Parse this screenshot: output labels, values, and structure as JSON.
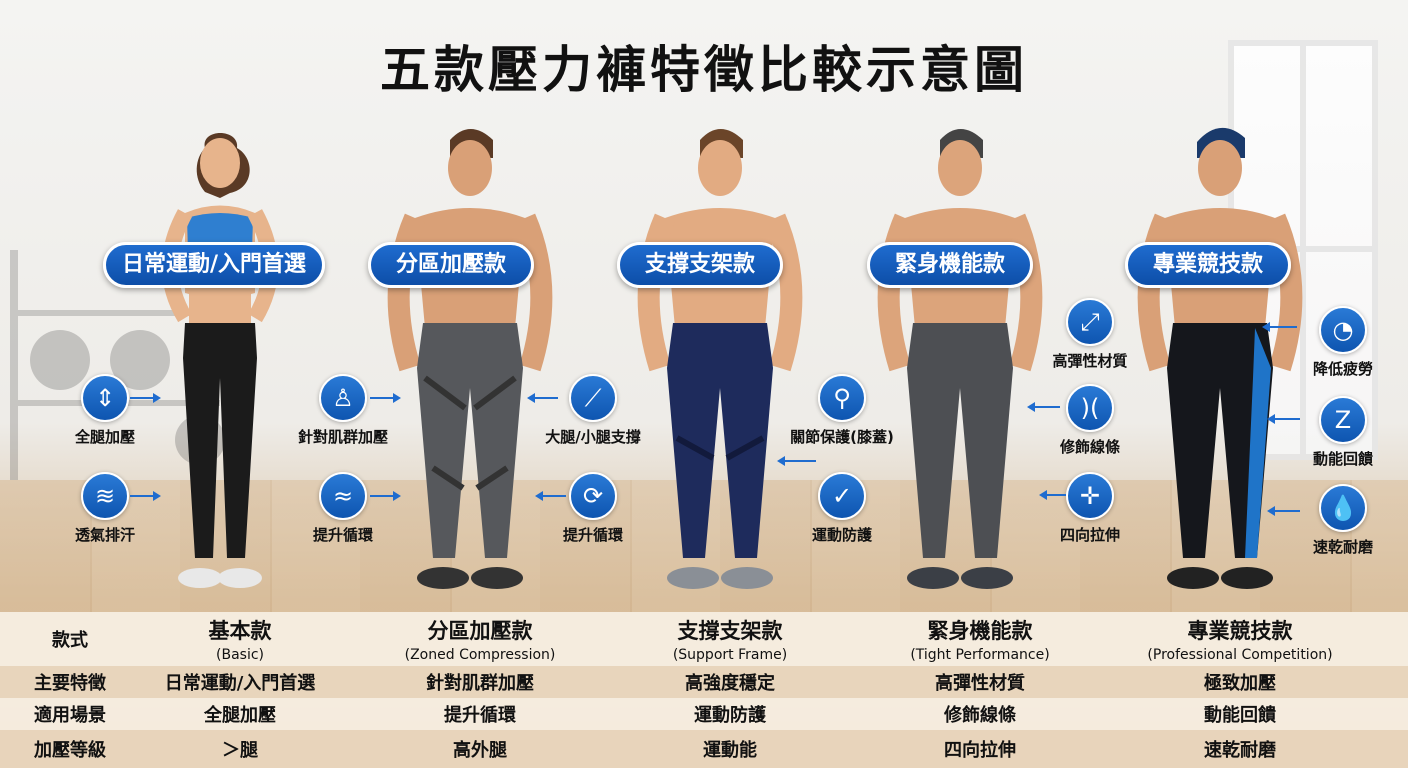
{
  "title": "五款壓力褲特徵比較示意圖",
  "colors": {
    "accent": "#1f6ccf",
    "pill": "#0d4ea8"
  },
  "pills": [
    "日常運動/入門首選",
    "分區加壓款",
    "支撐支架款",
    "緊身機能款",
    "專業競技款"
  ],
  "features": {
    "f1a": {
      "icon": "legs-arrows-icon",
      "label": "全腿加壓"
    },
    "f1b": {
      "icon": "airflow-icon",
      "label": "透氣排汗"
    },
    "f2a": {
      "icon": "muscle-map-icon",
      "label": "針對肌群加壓"
    },
    "f2b": {
      "icon": "wind-icon",
      "label": "提升循環"
    },
    "f2c": {
      "icon": "leg-support-icon",
      "label": "大腿/小腿支撐"
    },
    "f2d": {
      "icon": "circulation-icon",
      "label": "提升循環"
    },
    "f3a": {
      "icon": "knee-joint-icon",
      "label": "關節保護(膝蓋)"
    },
    "f3b": {
      "icon": "shield-check-icon",
      "label": "運動防護"
    },
    "f4a": {
      "icon": "expand-icon",
      "label": "高彈性材質"
    },
    "f4b": {
      "icon": "contour-icon",
      "label": "修飾線條"
    },
    "f4c": {
      "icon": "four-way-arrows-icon",
      "label": "四向拉伸"
    },
    "f5a": {
      "icon": "gauge-icon",
      "label": "降低疲勞"
    },
    "f5b": {
      "icon": "energy-return-icon",
      "label": "動能回饋"
    },
    "f5c": {
      "icon": "water-drop-icon",
      "label": "速乾耐磨"
    }
  },
  "table": {
    "row_labels": [
      "款式",
      "主要特徵",
      "適用場景",
      "加壓等級"
    ],
    "models": [
      {
        "name": "基本款",
        "en": "(Basic)",
        "feature": "日常運動/入門首選",
        "scene": "全腿加壓",
        "level": "＞腿"
      },
      {
        "name": "分區加壓款",
        "en": "(Zoned Compression)",
        "feature": "針對肌群加壓",
        "scene": "提升循環",
        "level": "高外腿"
      },
      {
        "name": "支撐支架款",
        "en": "(Support Frame)",
        "feature": "高強度穩定",
        "scene": "運動防護",
        "level": "運動能"
      },
      {
        "name": "緊身機能款",
        "en": "(Tight Performance)",
        "feature": "高彈性材質",
        "scene": "修飾線條",
        "level": "四向拉伸"
      },
      {
        "name": "專業競技款",
        "en": "(Professional Competition)",
        "feature": "極致加壓",
        "scene": "動能回饋",
        "level": "速乾耐磨"
      }
    ]
  }
}
